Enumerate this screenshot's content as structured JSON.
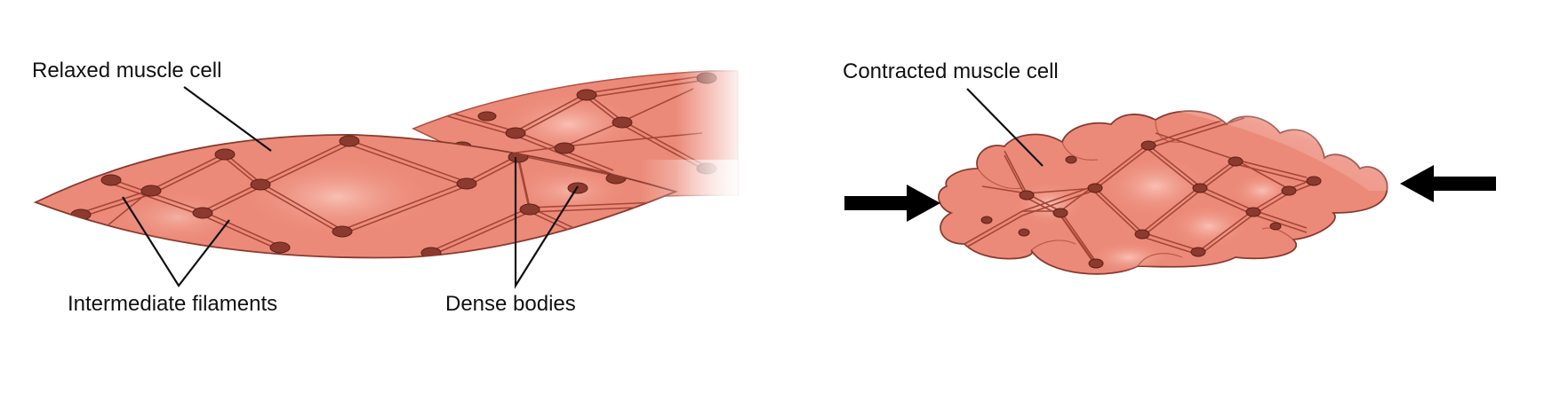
{
  "labels": {
    "relaxed": "Relaxed muscle cell",
    "contracted": "Contracted muscle cell",
    "intermediate": "Intermediate filaments",
    "dense": "Dense bodies"
  },
  "colors": {
    "cell_fill": "#ec8a79",
    "cell_light": "#f6b2a4",
    "cell_edge": "#b24f40",
    "filament": "#a44637",
    "dense_body": "#8c3a2e",
    "leader_line": "#111111",
    "arrow": "#000000"
  }
}
